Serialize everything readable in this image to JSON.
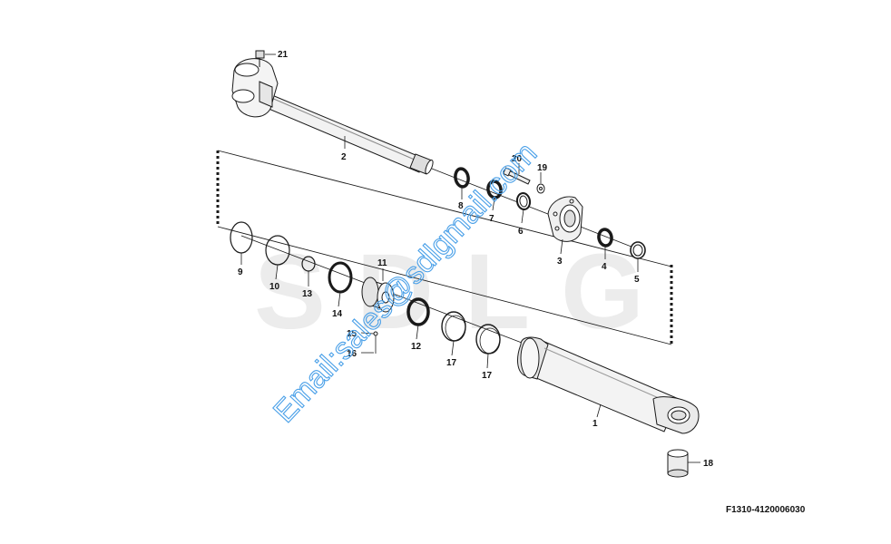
{
  "diagram": {
    "watermark_logo": "SDLG",
    "watermark_email": "Email:sales@sdlgmail.com",
    "figure_code": "F1310-4120006030",
    "callouts": {
      "c1": "1",
      "c2": "2",
      "c3": "3",
      "c4": "4",
      "c5": "5",
      "c6": "6",
      "c7": "7",
      "c8": "8",
      "c9": "9",
      "c10": "10",
      "c11": "11",
      "c12": "12",
      "c13": "13",
      "c14": "14",
      "c15": "15",
      "c16": "16",
      "c17a": "17",
      "c17b": "17",
      "c18": "18",
      "c19": "19",
      "c20": "20",
      "c21": "21"
    },
    "colors": {
      "line": "#1a1a1a",
      "watermark_fill": "#ececec",
      "email": "#4aa0e8"
    }
  }
}
